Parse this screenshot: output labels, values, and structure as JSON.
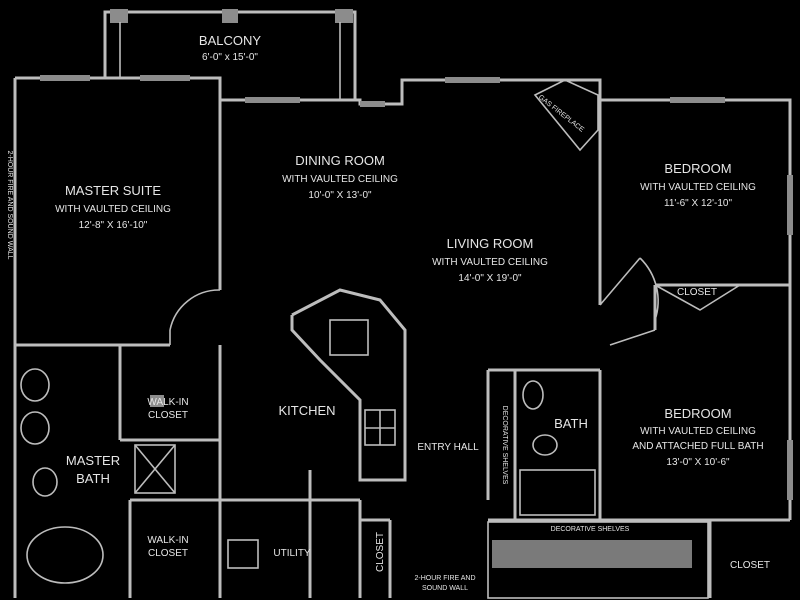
{
  "rooms": {
    "balcony": {
      "name": "BALCONY",
      "size": "6'-0\" x 15'-0\""
    },
    "master_suite": {
      "name": "MASTER SUITE",
      "note": "WITH VAULTED CEILING",
      "size": "12'-8\" X 16'-10\""
    },
    "dining_room": {
      "name": "DINING ROOM",
      "note": "WITH VAULTED CEILING",
      "size": "10'-0\" X 13'-0\""
    },
    "living_room": {
      "name": "LIVING ROOM",
      "note": "WITH VAULTED CEILING",
      "size": "14'-0\" X 19'-0\""
    },
    "bedroom_1": {
      "name": "BEDROOM",
      "note": "WITH VAULTED CEILING",
      "size": "11'-6\" X 12'-10\""
    },
    "bedroom_2": {
      "name": "BEDROOM",
      "note": "WITH VAULTED CEILING",
      "note2": "AND ATTACHED FULL BATH",
      "size": "13'-0\" X 10'-6\""
    },
    "kitchen": {
      "name": "KITCHEN"
    },
    "master_bath": {
      "name": "MASTER",
      "name2": "BATH"
    },
    "walk_in_closet_1": {
      "line1": "WALK-IN",
      "line2": "CLOSET"
    },
    "walk_in_closet_2": {
      "line1": "WALK-IN",
      "line2": "CLOSET"
    },
    "utility": {
      "name": "UTILITY"
    },
    "entry_hall": {
      "name": "ENTRY HALL"
    },
    "bath": {
      "name": "BATH"
    },
    "closet_bedroom": {
      "name": "CLOSET"
    },
    "closet_entry": {
      "name": "CLOSET"
    },
    "closet_corner": {
      "name": "CLOSET"
    }
  },
  "notes": {
    "gas_fireplace": "GAS FIREPLACE",
    "fire_wall_left": "2-HOUR FIRE AND SOUND WALL",
    "fire_wall_bottom_1": "2-HOUR FIRE AND",
    "fire_wall_bottom_2": "SOUND WALL",
    "decorative_shelves_vertical": "DECORATIVE SHELVES",
    "decorative_shelves_horizontal": "DECORATIVE SHELVES"
  }
}
